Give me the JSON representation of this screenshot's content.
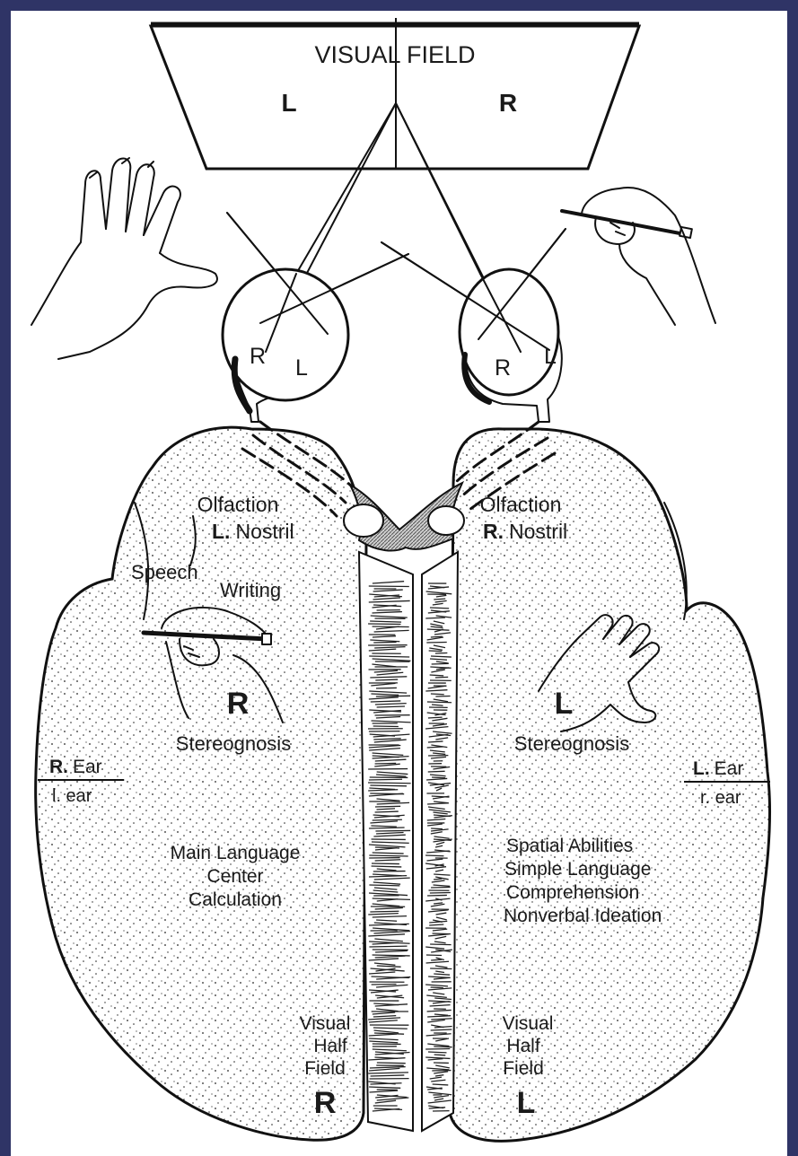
{
  "visual_field": {
    "title": "VISUAL FIELD",
    "left": "L",
    "right": "R"
  },
  "eyes": {
    "left_eye": {
      "r": "R",
      "l": "L"
    },
    "right_eye": {
      "r": "R",
      "l": "L"
    }
  },
  "left_hemisphere": {
    "olfaction_line1": "Olfaction",
    "olfaction_bold": "L.",
    "olfaction_word": "Nostril",
    "speech": "Speech",
    "writing": "Writing",
    "hand_letter": "R",
    "stereognosis": "Stereognosis",
    "ear_bold": "R.",
    "ear_word": "Ear",
    "ear_lower": "l. ear",
    "functions": [
      "Main Language",
      "Center",
      "Calculation"
    ],
    "visual_half_field": [
      "Visual",
      "Half",
      "Field"
    ],
    "field_letter": "R"
  },
  "right_hemisphere": {
    "olfaction_line1": "Olfaction",
    "olfaction_bold": "R.",
    "olfaction_word": "Nostril",
    "hand_letter": "L",
    "stereognosis": "Stereognosis",
    "ear_bold": "L.",
    "ear_word": "Ear",
    "ear_lower": "r. ear",
    "functions": [
      "Spatial Abilities",
      "Simple Language",
      "Comprehension",
      "Nonverbal Ideation"
    ],
    "visual_half_field": [
      "Visual",
      "Half",
      "Field"
    ],
    "field_letter": "L"
  },
  "colors": {
    "frame": "#2f3466",
    "ink": "#111111",
    "paper": "#ffffff",
    "shade": "#8a8a8a"
  }
}
